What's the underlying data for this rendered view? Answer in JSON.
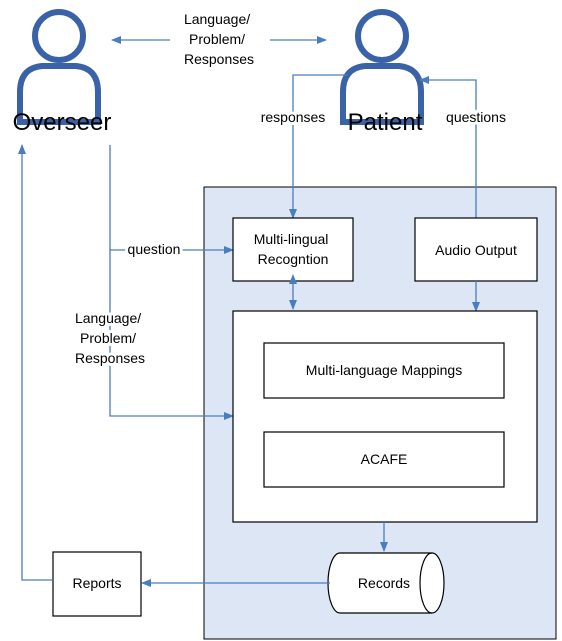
{
  "actors": {
    "overseer": "Overseer",
    "patient": "Patient"
  },
  "edges": {
    "top_exchange": [
      "Language/",
      "Problem/",
      "Responses"
    ],
    "responses": "responses",
    "questions": "questions",
    "question": "question",
    "overseer_input": [
      "Language/",
      "Problem/",
      "Responses"
    ]
  },
  "boxes": {
    "recognition": [
      "Multi-lingual",
      "Recogntion"
    ],
    "audio_output": "Audio Output",
    "mappings": "Multi-language Mappings",
    "acafe": "ACAFE",
    "records": "Records",
    "reports": "Reports"
  },
  "colors": {
    "system_panel": "#dce6f4",
    "connector": "#4a7dbf",
    "actor_outline": "#3a62a8"
  }
}
